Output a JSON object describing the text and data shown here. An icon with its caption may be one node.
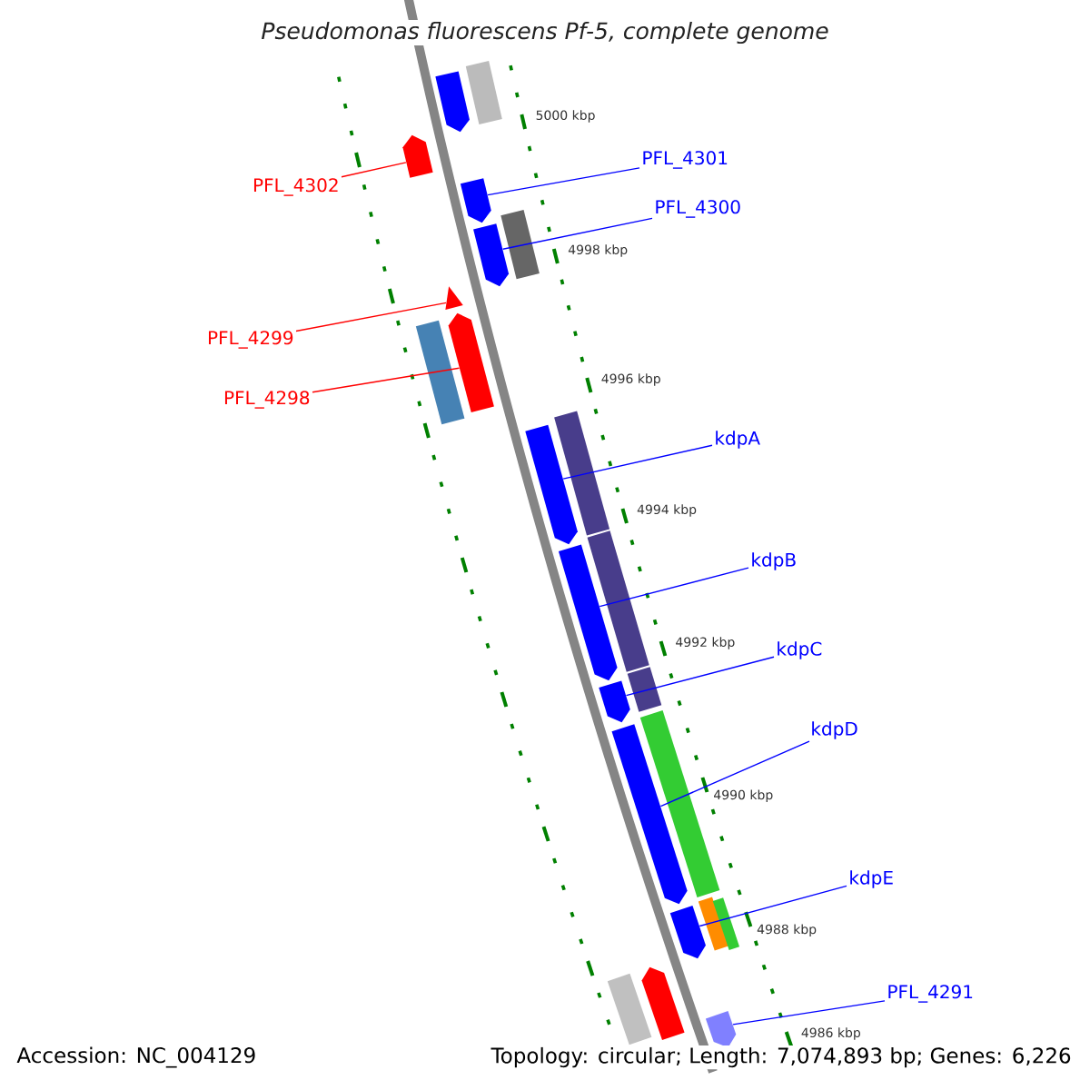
{
  "diagram": {
    "title": "Pseudomonas fluorescens Pf-5, complete genome",
    "nodes": [
      {
        "text": [
          "PFL_4301"
        ]
      },
      {
        "text": [
          "PFL_4302"
        ]
      },
      {
        "text": [
          "PFL_4300"
        ]
      },
      {
        "text": [
          "PFL_4299"
        ]
      },
      {
        "text": [
          "PFL_4298"
        ]
      },
      {
        "text": [
          "kdpA"
        ]
      },
      {
        "text": [
          "kdpB"
        ]
      },
      {
        "text": [
          "kdpC"
        ]
      },
      {
        "text": [
          "kdpD"
        ]
      },
      {
        "text": [
          "kdpE"
        ]
      },
      {
        "text": [
          "PFL_4291"
        ]
      },
      {
        "text": [],
        "shape": "arrow"
      },
      {
        "text": [],
        "shape": "arrow"
      },
      {
        "text": [],
        "shape": "arrow"
      },
      {
        "text": [],
        "shape": "triangle"
      },
      {
        "text": [],
        "shape": "arrow"
      },
      {
        "text": [],
        "shape": "arrow"
      },
      {
        "text": [],
        "shape": "arrow"
      },
      {
        "text": [],
        "shape": "arrow"
      },
      {
        "text": [],
        "shape": "arrow"
      },
      {
        "text": [],
        "shape": "arrow"
      },
      {
        "text": [],
        "shape": "arrow"
      },
      {
        "text": [],
        "shape": "arrow"
      },
      {
        "text": [],
        "shape": "box"
      },
      {
        "text": [],
        "shape": "box"
      },
      {
        "text": [],
        "shape": "box"
      },
      {
        "text": [],
        "shape": "box"
      },
      {
        "text": [],
        "shape": "box"
      },
      {
        "text": [],
        "shape": "box"
      },
      {
        "text": [],
        "shape": "box"
      },
      {
        "text": [],
        "shape": "box"
      },
      {
        "text": [],
        "shape": "box"
      },
      {
        "text": [],
        "shape": "box"
      },
      {
        "text": [],
        "shape": "arrow"
      }
    ],
    "edges": [
      {
        "from": 0,
        "to": 12,
        "arrow": "none"
      },
      {
        "from": 1,
        "to": 11,
        "arrow": "none",
        "color": "#ff0000"
      },
      {
        "from": 2,
        "to": 13,
        "arrow": "none"
      },
      {
        "from": 3,
        "to": 14,
        "arrow": "none",
        "color": "#ff0000"
      },
      {
        "from": 4,
        "to": 15,
        "arrow": "none",
        "color": "#ff0000"
      },
      {
        "from": 5,
        "to": 16,
        "arrow": "none"
      },
      {
        "from": 6,
        "to": 17,
        "arrow": "none"
      },
      {
        "from": 7,
        "to": 18,
        "arrow": "none"
      },
      {
        "from": 8,
        "to": 19,
        "arrow": "none"
      },
      {
        "from": 9,
        "to": 20,
        "arrow": "none"
      },
      {
        "from": 10,
        "to": 21,
        "arrow": "none"
      }
    ],
    "labels": [
      "5000 kbp",
      "4998 kbp",
      "4996 kbp",
      "4994 kbp",
      "4992 kbp",
      "4990 kbp",
      "4988 kbp",
      "4986 kbp",
      "Accession: NC_004129",
      "Topology: circular; Length: 7,074,893 bp; Genes: 6,226"
    ]
  }
}
